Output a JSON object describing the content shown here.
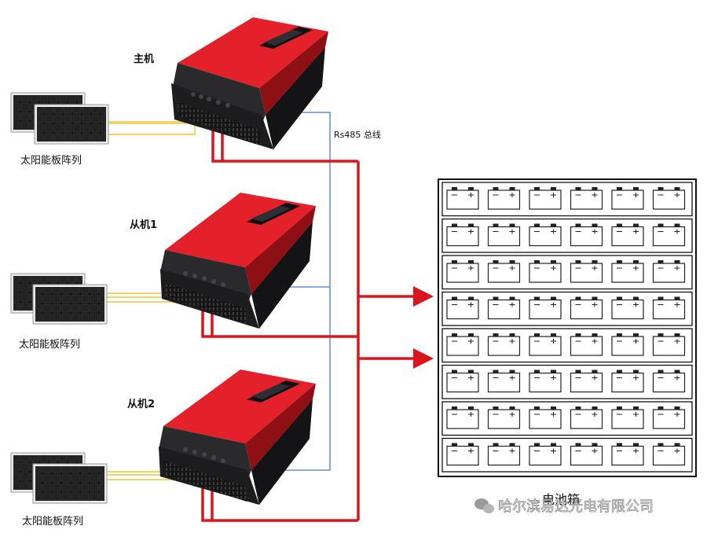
{
  "units": [
    {
      "id": "master",
      "label": "主机",
      "panel_label": "太阳能板阵列"
    },
    {
      "id": "slave1",
      "label": "从机1",
      "panel_label": "太阳能板阵列"
    },
    {
      "id": "slave2",
      "label": "从机2",
      "panel_label": "太阳能板阵列"
    }
  ],
  "bus_label": "Rs485 总线",
  "battery_box": {
    "label": "电池箱",
    "rows": 8,
    "cols": 6
  },
  "watermark": "哈尔滨易达光电有限公司",
  "colors": {
    "device_red": "#e4202a",
    "device_black": "#1d1d1f",
    "power_line": "#d9161e",
    "bus_line": "#4a78c8",
    "pv_line": "#e8c73a"
  }
}
